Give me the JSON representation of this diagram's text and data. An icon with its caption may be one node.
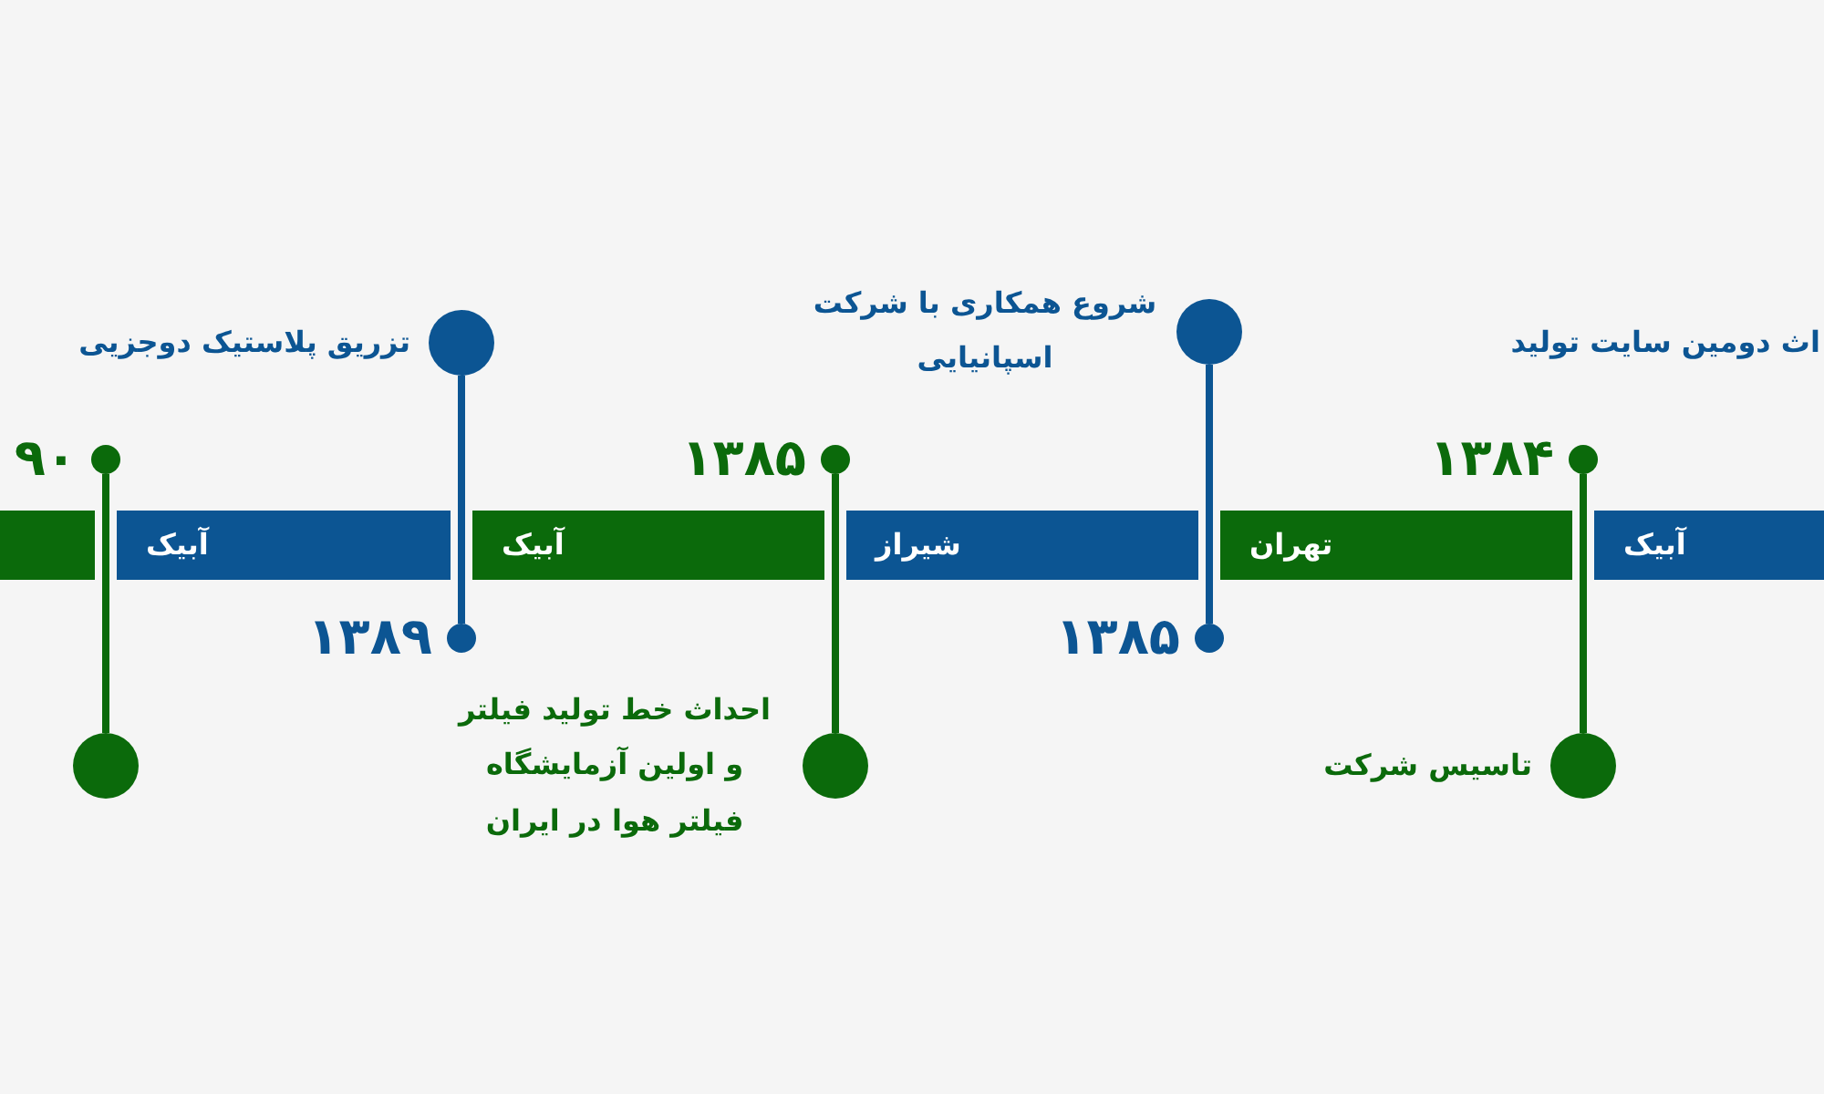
{
  "diagram": {
    "nodes": [
      {
        "text": [
          "آبیک"
        ]
      },
      {
        "text": [
          "تهران"
        ]
      },
      {
        "text": [
          "شیراز"
        ]
      },
      {
        "text": [
          "آبیک"
        ]
      },
      {
        "text": [
          "آبیک"
        ]
      },
      {
        "text": [],
        "shape": "bar"
      },
      {
        "text": [],
        "shape": "circle",
        "beside": [
          "۱۳۸۴"
        ]
      },
      {
        "text": [],
        "shape": "circle",
        "beside": [
          "تاسیس شرکت"
        ]
      },
      {
        "text": [],
        "shape": "circle",
        "beside": [
          "شروع همکاری با شرکت اسپانیایی"
        ]
      },
      {
        "text": [],
        "shape": "circle",
        "beside": [
          "۱۳۸۵"
        ]
      },
      {
        "text": [],
        "shape": "circle",
        "beside": [
          "۱۳۸۵"
        ]
      },
      {
        "text": [],
        "shape": "circle",
        "beside": [
          "احداث خط تولید فیلتر و اولین آزمایشگاه فیلتر هوا در ایران"
        ]
      },
      {
        "text": [],
        "shape": "circle",
        "beside": [
          "تزریق پلاستیک دوجزیی"
        ]
      },
      {
        "text": [],
        "shape": "circle",
        "beside": [
          "۱۳۸۹"
        ]
      },
      {
        "text": [],
        "shape": "circle",
        "beside": [
          "۹۰"
        ]
      },
      {
        "text": [],
        "shape": "circle"
      }
    ],
    "edges": [
      {
        "from": 6,
        "to": 7,
        "arrow": "none"
      },
      {
        "from": 8,
        "to": 9,
        "arrow": "none",
        "color": "#0c5593"
      },
      {
        "from": 10,
        "to": 11,
        "arrow": "none"
      },
      {
        "from": 12,
        "to": 13,
        "arrow": "none",
        "color": "#0c5593"
      },
      {
        "from": 14,
        "to": 15,
        "arrow": "none"
      }
    ],
    "labels": [
      "اث دومین سایت تولید"
    ]
  }
}
